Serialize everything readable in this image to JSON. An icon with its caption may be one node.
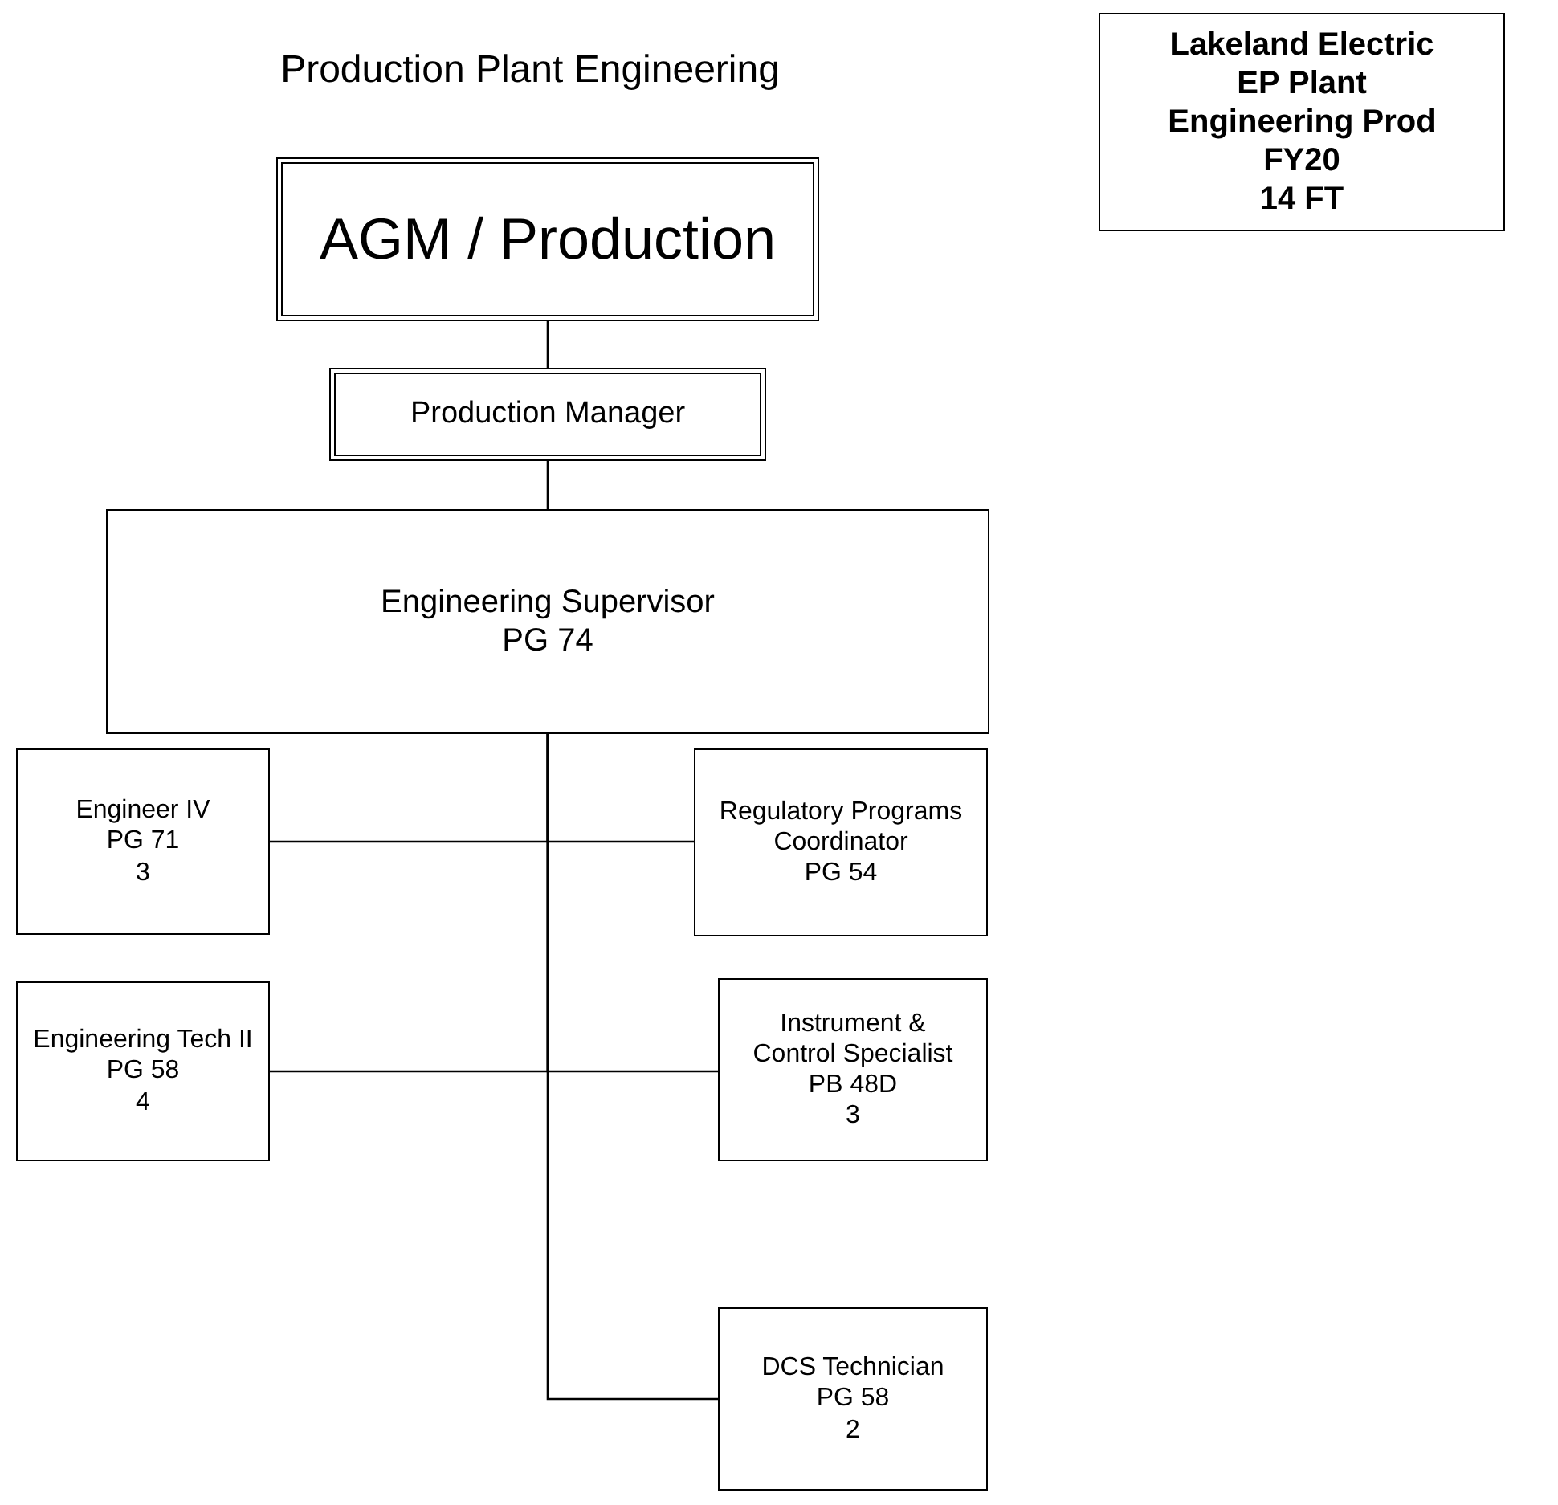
{
  "diagram": {
    "title": "Production Plant Engineering",
    "nodes": [
      {
        "text": [
          "Lakeland Electric",
          "EP Plant",
          "Engineering Prod",
          "FY20",
          "14 FT"
        ]
      },
      {
        "text": [
          "AGM / Production"
        ]
      },
      {
        "text": [
          "Production Manager"
        ]
      },
      {
        "text": [
          "Engineering Supervisor",
          "PG 74"
        ]
      },
      {
        "text": [
          "Engineer IV",
          "PG 71",
          "3"
        ]
      },
      {
        "text": [
          "Regulatory Programs Coordinator",
          "PG 54"
        ]
      },
      {
        "text": [
          "Engineering Tech II",
          "PG 58",
          "4"
        ]
      },
      {
        "text": [
          "Instrument & Control Specialist",
          "PB 48D",
          "3"
        ]
      },
      {
        "text": [
          "DCS Technician",
          "PG 58",
          "2"
        ]
      }
    ],
    "edges": [
      {
        "from": 1,
        "to": 2,
        "arrow": "none"
      },
      {
        "from": 2,
        "to": 3,
        "arrow": "none"
      },
      {
        "from": 3,
        "to": 4,
        "arrow": "none"
      },
      {
        "from": 3,
        "to": 5,
        "arrow": "none"
      },
      {
        "from": 3,
        "to": 6,
        "arrow": "none"
      },
      {
        "from": 3,
        "to": 7,
        "arrow": "none"
      },
      {
        "from": 3,
        "to": 8,
        "arrow": "none"
      }
    ]
  }
}
